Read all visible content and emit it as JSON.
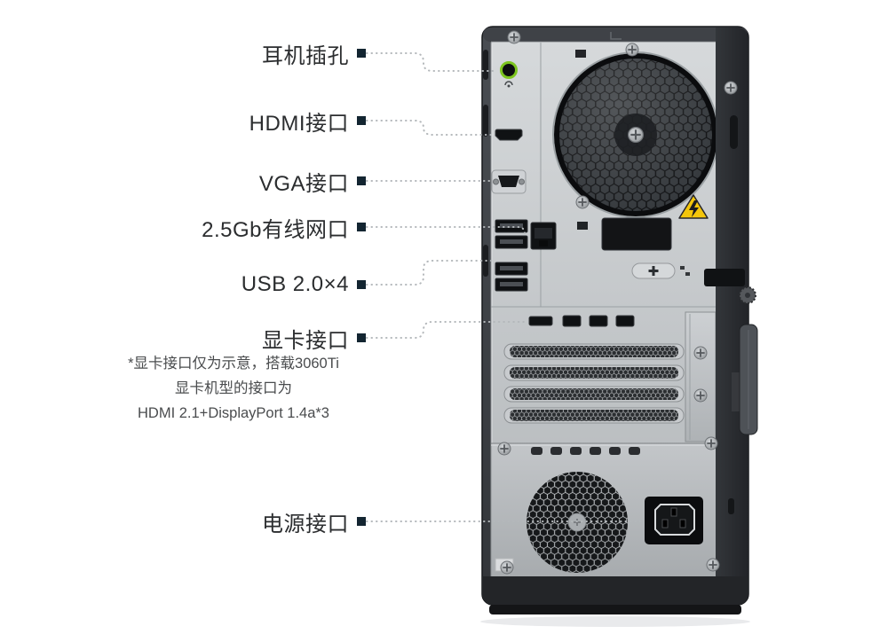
{
  "annotations": {
    "headphone": {
      "label": "耳机插孔"
    },
    "hdmi": {
      "label": "HDMI接口"
    },
    "vga": {
      "label": "VGA接口"
    },
    "ethernet": {
      "label": "2.5Gb有线网口"
    },
    "usb": {
      "label": "USB 2.0×4"
    },
    "gpu": {
      "label": "显卡接口"
    },
    "power": {
      "label": "电源接口"
    }
  },
  "gpu_note": {
    "line1": "*显卡接口仅为示意，搭载3060Ti",
    "line2": "显卡机型的接口为",
    "line3": "HDMI 2.1+DisplayPort 1.4a*3"
  },
  "colors": {
    "label_text": "#2b2d2f",
    "note_text": "#4a4c4e",
    "marker": "#132531",
    "leader_line": "#b4b8bb",
    "audio_jack_ring": "#7dc51f",
    "warning_sticker": "#f3c50b"
  }
}
